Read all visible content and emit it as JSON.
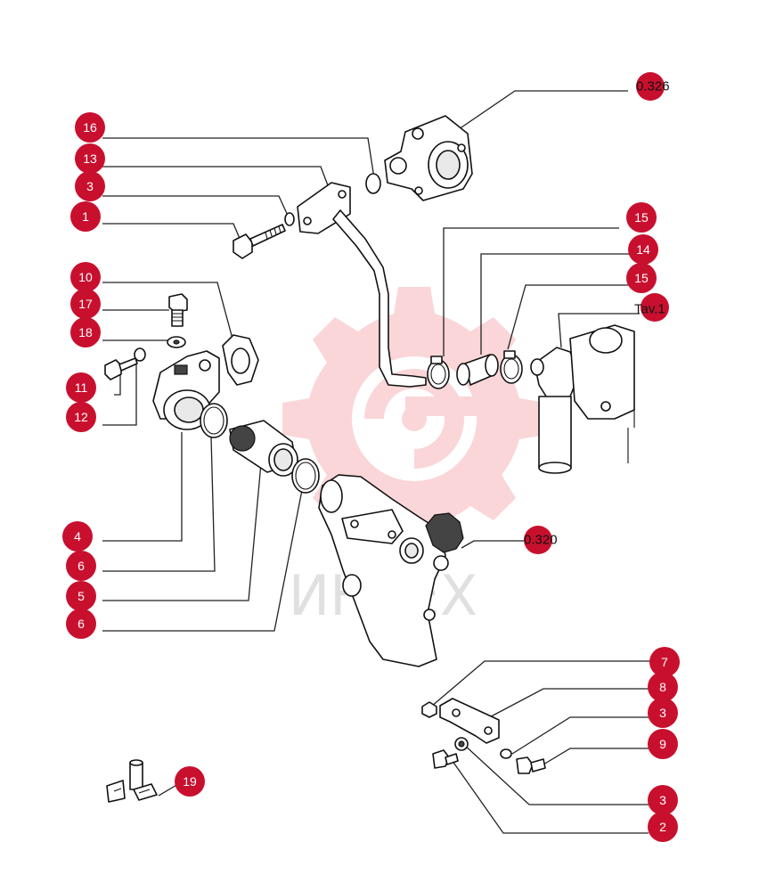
{
  "watermark": {
    "brand_text": "ИНТЕХ",
    "color": "#f4a6ab"
  },
  "callouts": [
    {
      "id": "c16",
      "label": "16"
    },
    {
      "id": "c13",
      "label": "13"
    },
    {
      "id": "c3a",
      "label": "3"
    },
    {
      "id": "c1",
      "label": "1"
    },
    {
      "id": "c10",
      "label": "10"
    },
    {
      "id": "c17",
      "label": "17"
    },
    {
      "id": "c18",
      "label": "18"
    },
    {
      "id": "c11",
      "label": "11"
    },
    {
      "id": "c12",
      "label": "12"
    },
    {
      "id": "c4",
      "label": "4"
    },
    {
      "id": "c6a",
      "label": "6"
    },
    {
      "id": "c5",
      "label": "5"
    },
    {
      "id": "c6b",
      "label": "6"
    },
    {
      "id": "c15a",
      "label": "15"
    },
    {
      "id": "c14",
      "label": "14"
    },
    {
      "id": "c15b",
      "label": "15"
    },
    {
      "id": "c7",
      "label": "7"
    },
    {
      "id": "c8",
      "label": "8"
    },
    {
      "id": "c3b",
      "label": "3"
    },
    {
      "id": "c9",
      "label": "9"
    },
    {
      "id": "c3c",
      "label": "3"
    },
    {
      "id": "c2",
      "label": "2"
    },
    {
      "id": "c19",
      "label": "19"
    }
  ],
  "references": [
    {
      "id": "r0326",
      "label": "0.326"
    },
    {
      "id": "rtav",
      "label": "Tav.1"
    },
    {
      "id": "r0320",
      "label": "0.320"
    }
  ],
  "colors": {
    "callout": "#c8102e",
    "callout_text": "#ffffff",
    "line": "#222222"
  }
}
